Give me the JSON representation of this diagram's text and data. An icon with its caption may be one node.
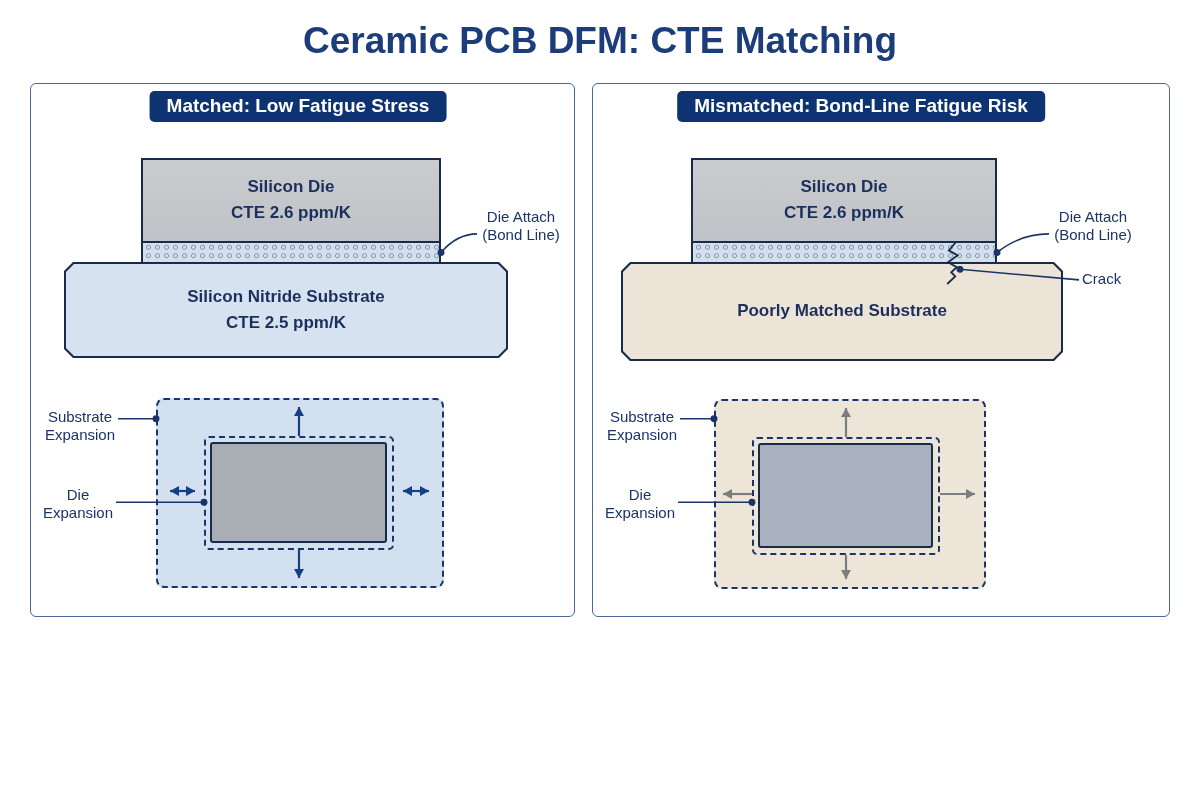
{
  "diagram": {
    "title": "Ceramic PCB DFM: CTE Matching",
    "nodes": [
      {
        "text": [
          "Matched: Low Fatigue Stress"
        ]
      },
      {
        "text": [
          "Silicon Die",
          "CTE 2.6 ppm/K"
        ],
        "in": 0
      },
      {
        "text": [],
        "shape": "bar",
        "in": 0
      },
      {
        "text": [
          "Die Attach (Bond Line)"
        ],
        "in": 0
      },
      {
        "text": [
          "Silicon Nitride Substrate",
          "CTE 2.5 ppm/K"
        ],
        "in": 0
      },
      {
        "text": [
          "Substrate Expansion"
        ],
        "in": 0
      },
      {
        "text": [],
        "shape": "box",
        "in": 0
      },
      {
        "text": [],
        "shape": "box",
        "in": 6
      },
      {
        "text": [],
        "shape": "box",
        "in": 7
      },
      {
        "text": [
          "Die Expansion"
        ],
        "in": 0
      },
      {
        "text": [
          "Mismatched: Bond-Line Fatigue Risk"
        ]
      },
      {
        "text": [
          "Silicon Die",
          "CTE 2.6 ppm/K"
        ],
        "in": 10
      },
      {
        "text": [],
        "shape": "bar",
        "in": 10
      },
      {
        "text": [
          "Die Attach (Bond Line)"
        ],
        "in": 10
      },
      {
        "text": [],
        "shape": "zigzag",
        "in": 10
      },
      {
        "text": [
          "Crack"
        ],
        "in": 10
      },
      {
        "text": [
          "Poorly Matched Substrate"
        ],
        "in": 10
      },
      {
        "text": [
          "Substrate Expansion"
        ],
        "in": 10
      },
      {
        "text": [],
        "shape": "box",
        "in": 10
      },
      {
        "text": [],
        "shape": "box",
        "in": 18
      },
      {
        "text": [],
        "shape": "box",
        "in": 19
      },
      {
        "text": [
          "Die Expansion"
        ],
        "in": 10
      }
    ],
    "edges": [
      {
        "from": 3,
        "to": 2,
        "arrow": "other"
      },
      {
        "from": 5,
        "to": 6,
        "arrow": "other"
      },
      {
        "from": 9,
        "to": 7,
        "arrow": "other"
      },
      {
        "from": 13,
        "to": 12,
        "arrow": "other"
      },
      {
        "from": 15,
        "to": 14,
        "arrow": "other"
      },
      {
        "from": 17,
        "to": 18,
        "arrow": "other"
      },
      {
        "from": 21,
        "to": 19,
        "arrow": "other"
      }
    ]
  }
}
